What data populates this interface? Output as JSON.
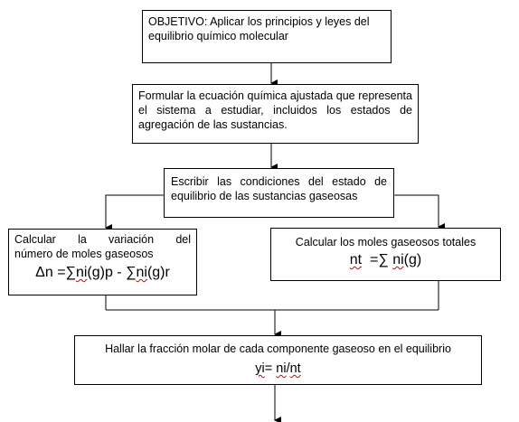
{
  "nodes": {
    "objetivo": {
      "text": "OBJETIVO: Aplicar los principios y leyes del equilibrio químico molecular"
    },
    "formular": {
      "text": "Formular la ecuación  química ajustada que representa el sistema a estudiar, incluidos los estados de agregación de las sustancias."
    },
    "escribir": {
      "text": "Escribir las condiciones del estado de equilibrio de las sustancias gaseosas"
    },
    "variacion": {
      "line1": "Calcular la variación del",
      "line2": "número de moles gaseosos",
      "formula_prefix": "Δn =∑",
      "formula_u1": "ni",
      "formula_mid": "(g)p - ∑",
      "formula_u2": "ni",
      "formula_suffix": "(g)r"
    },
    "totales": {
      "text": "Calcular los moles gaseosos totales",
      "formula_u1": "nt",
      "formula_mid": "  =∑ ",
      "formula_u2": "ni",
      "formula_suffix": "(g)"
    },
    "fraccion": {
      "text": "Hallar la  fracción molar de cada componente gaseoso en el equilibrio",
      "formula_u1": "yi",
      "formula_mid": "= ",
      "formula_u2": "ni",
      "formula_sep": "/",
      "formula_u3": "nt"
    }
  }
}
